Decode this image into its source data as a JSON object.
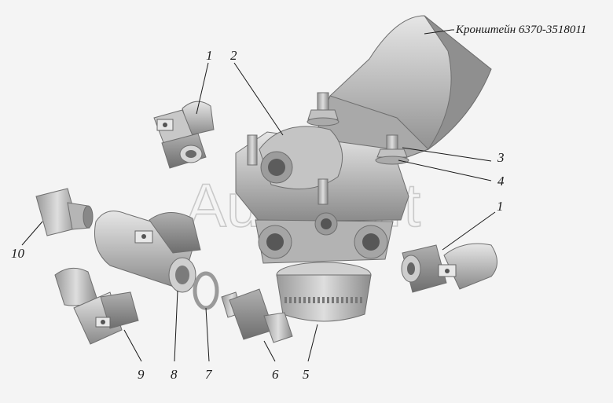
{
  "watermark": "AutoSoft",
  "caption": "Кронштейн 6370-3518011",
  "callouts": {
    "c1_top": "1",
    "c1_right": "1",
    "c2": "2",
    "c3": "3",
    "c4": "4",
    "c5": "5",
    "c6": "6",
    "c7": "7",
    "c8": "8",
    "c9": "9",
    "c10": "10"
  }
}
